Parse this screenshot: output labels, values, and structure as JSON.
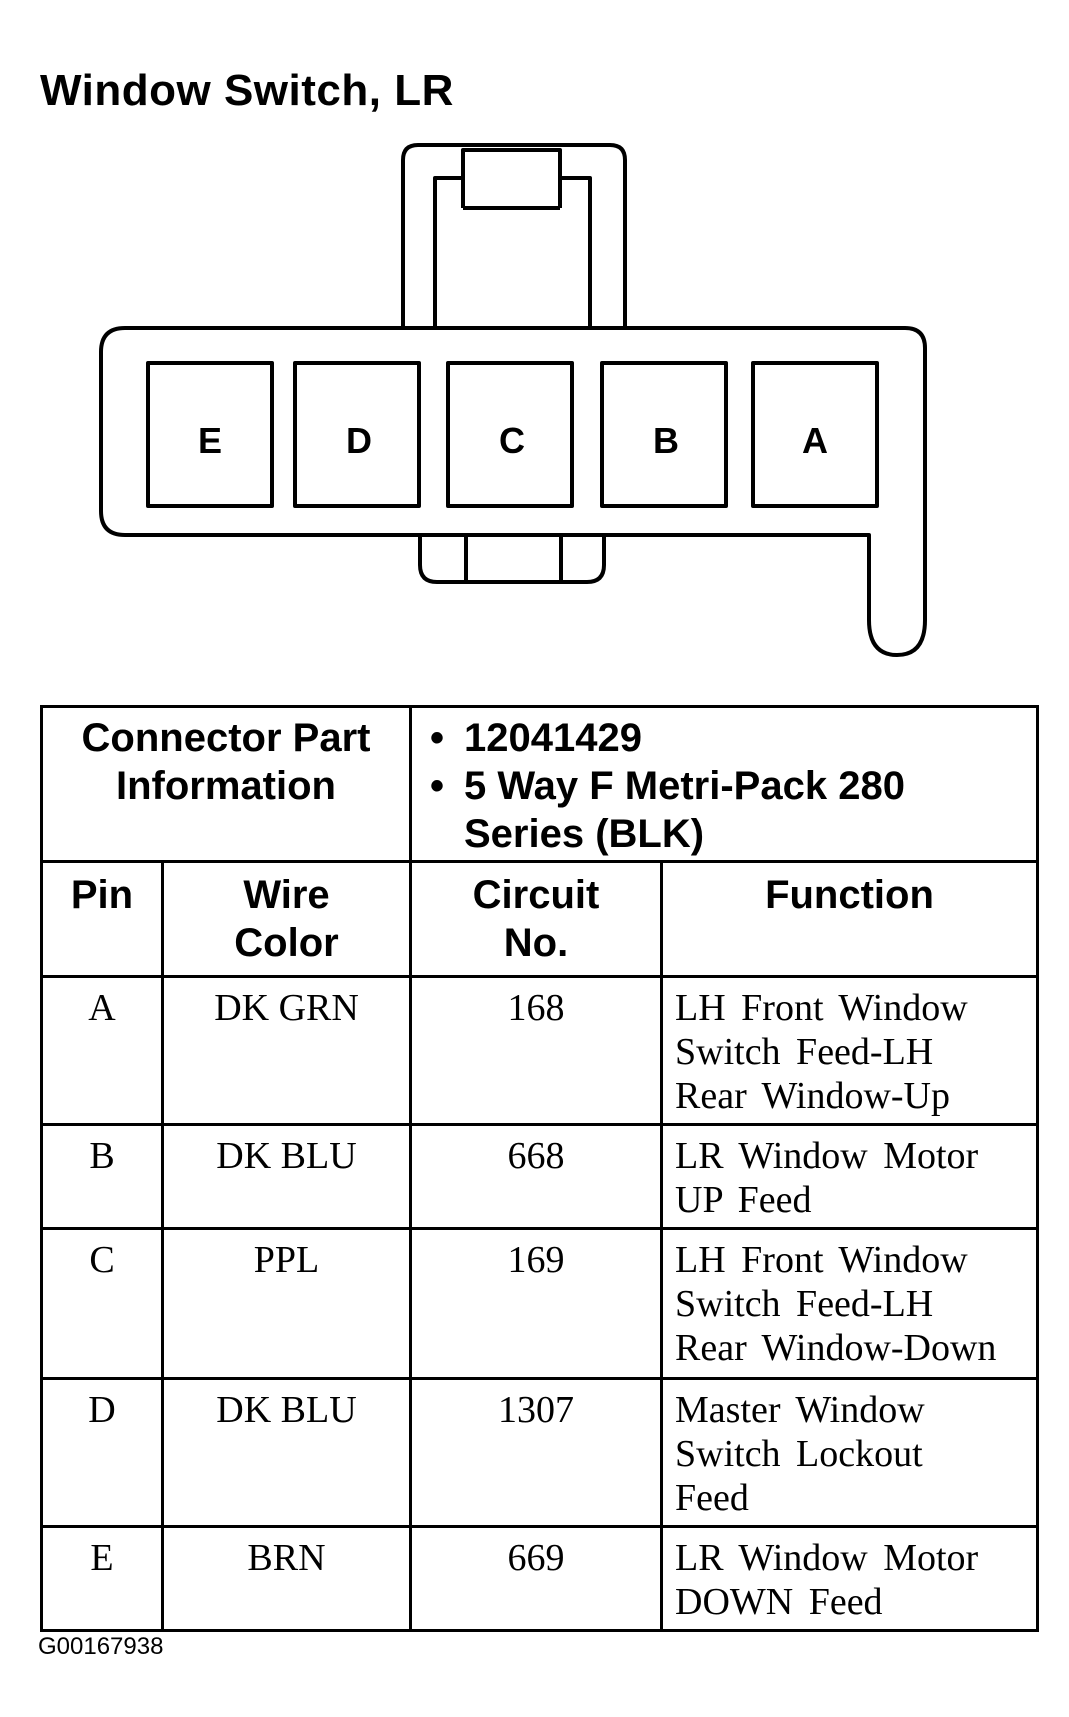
{
  "title": "Window Switch, LR",
  "connector": {
    "pins": [
      "E",
      "D",
      "C",
      "B",
      "A"
    ]
  },
  "part_info": {
    "label_line1": "Connector Part",
    "label_line2": "Information",
    "part_number": "12041429",
    "description_line1": "5 Way F Metri-Pack 280",
    "description_line2": "Series (BLK)",
    "bullet": "•"
  },
  "table": {
    "headers": {
      "pin": "Pin",
      "wire_color_line1": "Wire",
      "wire_color_line2": "Color",
      "circuit_line1": "Circuit",
      "circuit_line2": "No.",
      "function": "Function"
    },
    "rows": [
      {
        "pin": "A",
        "wire_color": "DK GRN",
        "circuit": "168",
        "function": [
          "LH Front Window",
          "Switch Feed-LH",
          "Rear Window-Up"
        ]
      },
      {
        "pin": "B",
        "wire_color": "DK BLU",
        "circuit": "668",
        "function": [
          "LR Window Motor",
          "UP Feed"
        ]
      },
      {
        "pin": "C",
        "wire_color": "PPL",
        "circuit": "169",
        "function": [
          "LH Front Window",
          "Switch Feed-LH",
          "Rear Window-Down"
        ]
      },
      {
        "pin": "D",
        "wire_color": "DK BLU",
        "circuit": "1307",
        "function": [
          "Master Window",
          "Switch Lockout",
          "Feed"
        ]
      },
      {
        "pin": "E",
        "wire_color": "BRN",
        "circuit": "669",
        "function": [
          "LR Window Motor",
          "DOWN Feed"
        ]
      }
    ]
  },
  "figure_id": "G00167938"
}
